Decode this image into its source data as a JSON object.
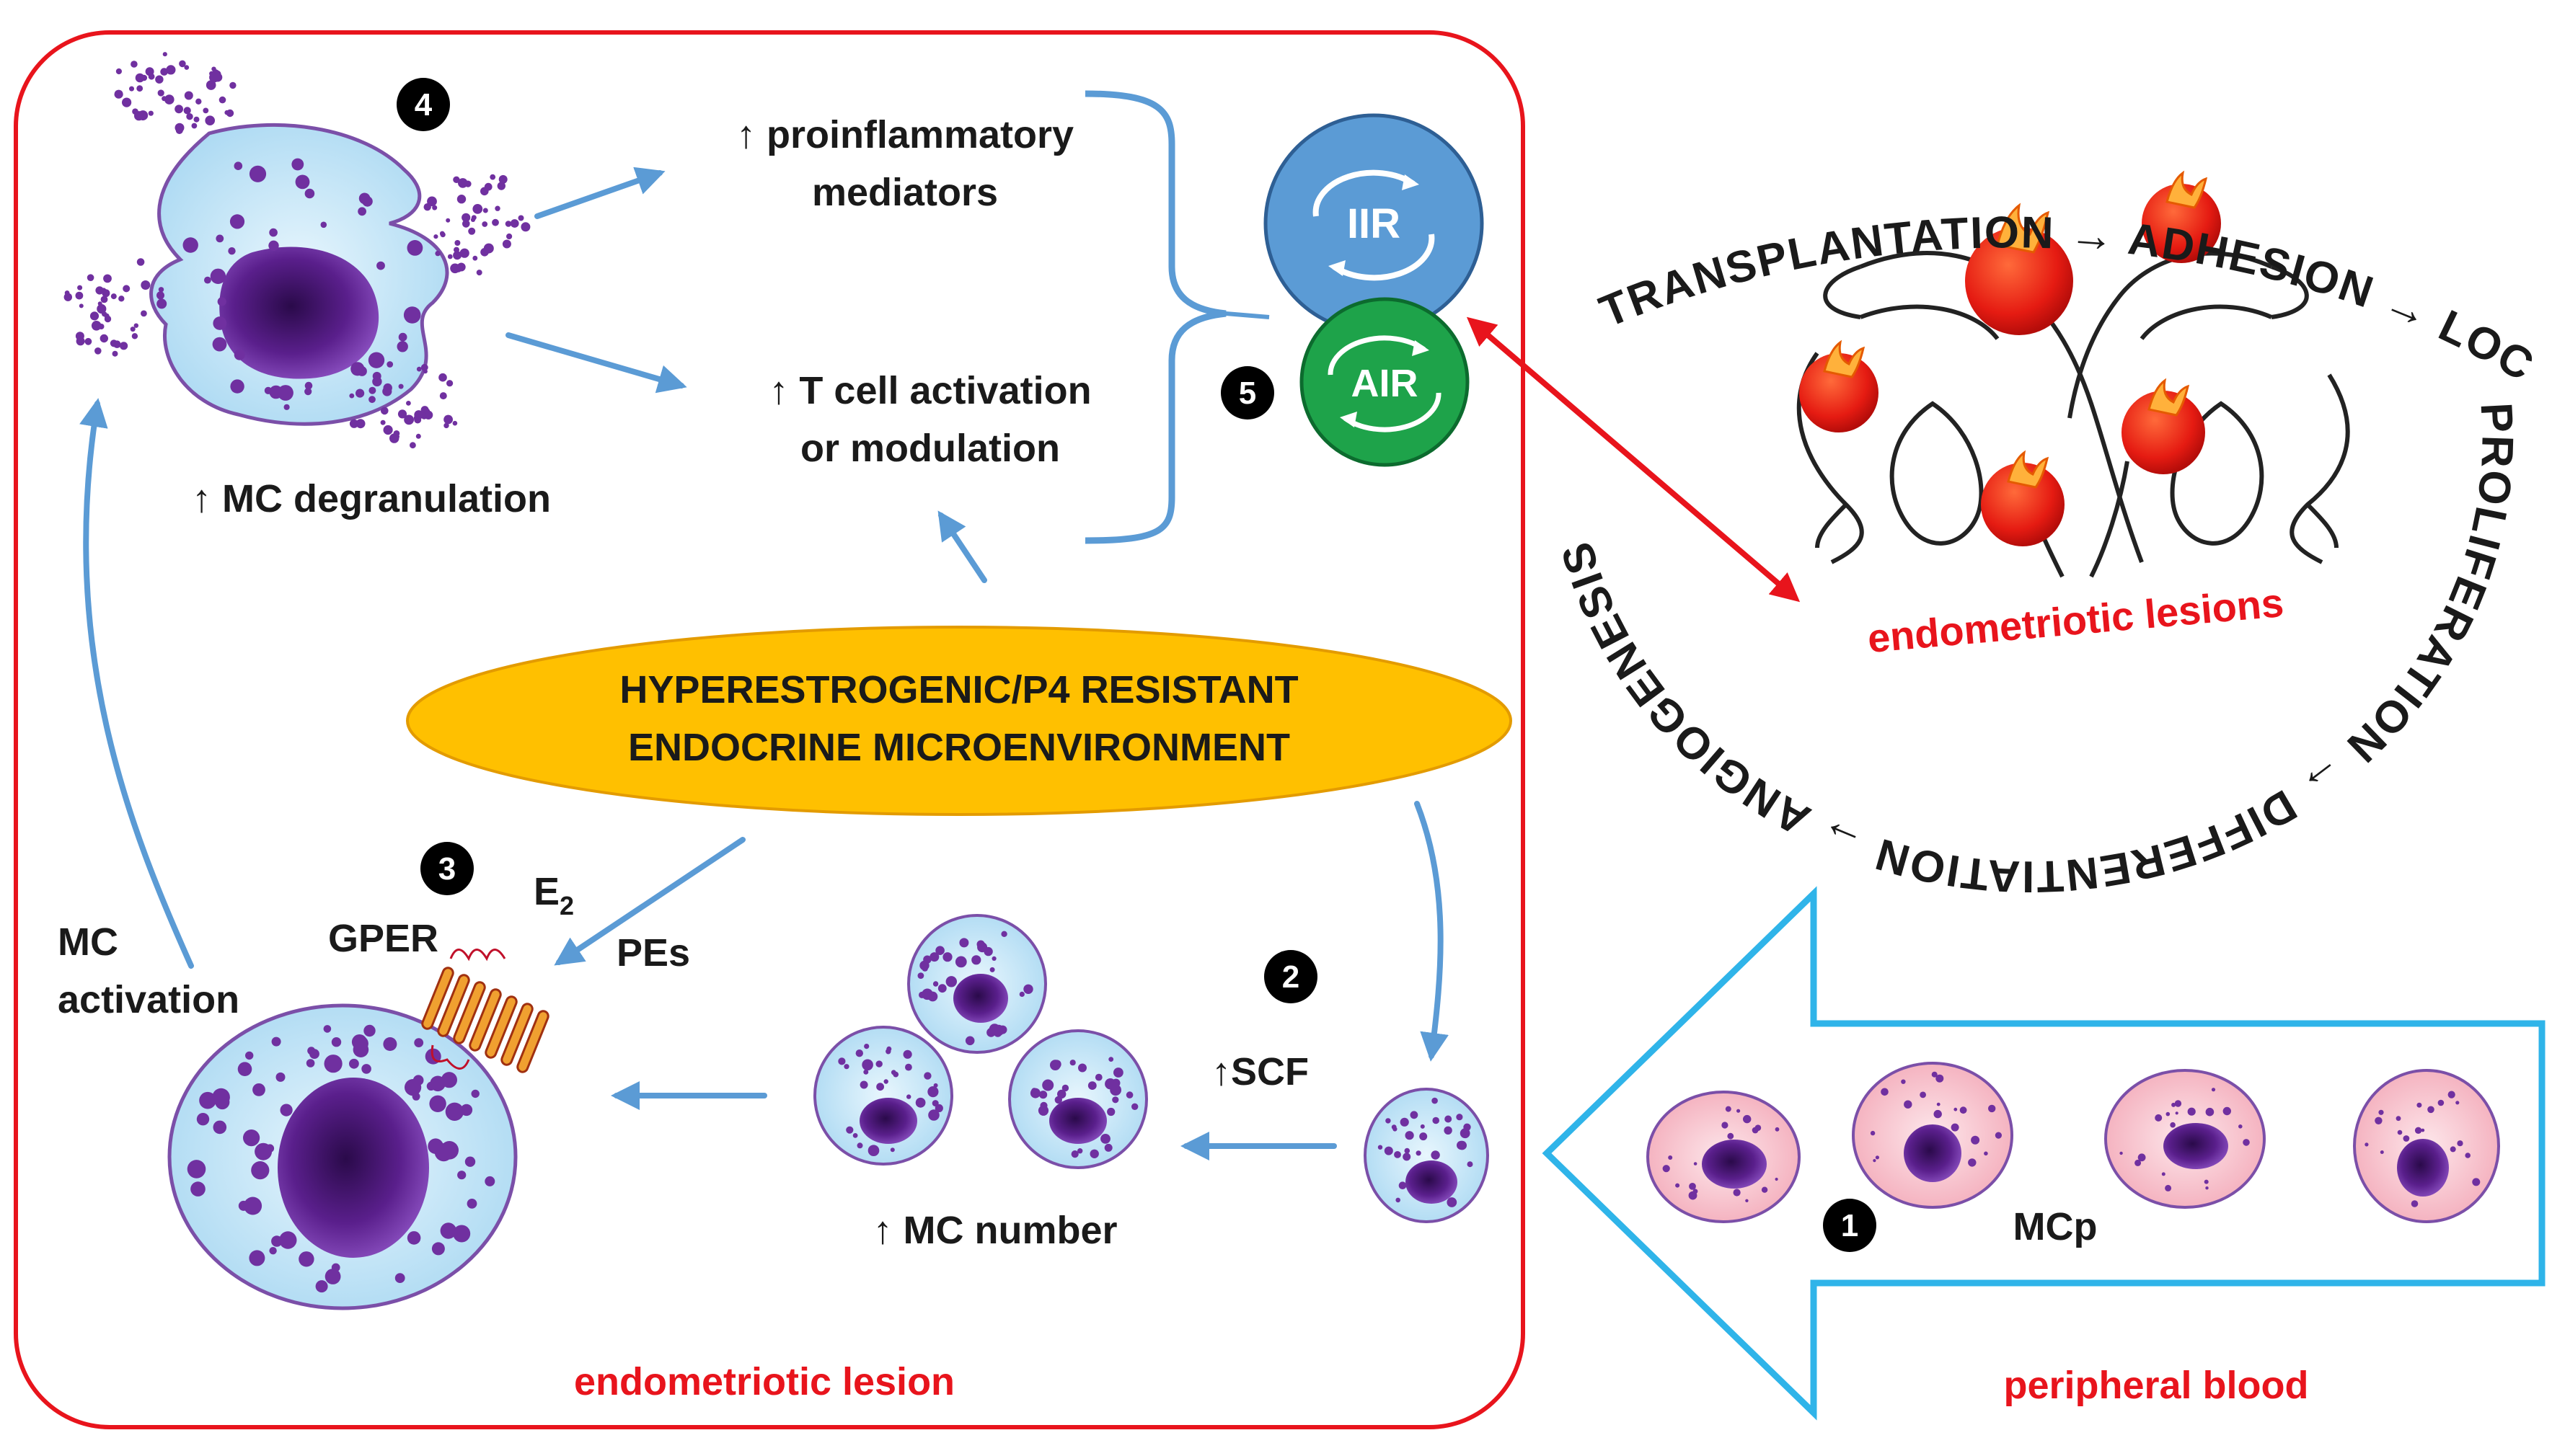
{
  "labels": {
    "step1": "1",
    "step2": "2",
    "step3": "3",
    "step4": "4",
    "step5": "5",
    "proinflammatory_line1": "↑ proinflammatory",
    "proinflammatory_line2": "mediators",
    "tcell_line1": "↑ T cell activation",
    "tcell_line2": "or modulation",
    "mc_degranulation": "↑ MC degranulation",
    "iir": "IIR",
    "air": "AIR",
    "endocrine_line1": "HYPERESTROGENIC/P4 RESISTANT",
    "endocrine_line2": "ENDOCRINE MICROENVIRONMENT",
    "mc_activation_line1": "MC",
    "mc_activation_line2": "activation",
    "gper": "GPER",
    "e2_main": "E",
    "e2_sub": "2",
    "pes": "PEs",
    "scf": "↑SCF",
    "mc_number": "↑ MC number",
    "mcp": "MCp",
    "endometriotic_lesion": "endometriotic lesion",
    "peripheral_blood": "peripheral blood",
    "endometriotic_lesions": "endometriotic lesions",
    "cycle_top": "TRANSPLANTATION → ADHESION → LOCAL INVASION →",
    "cycle_bottom": "PROLIFERATION → DIFFERENTIATION → ANGIOGENESIS"
  },
  "colors": {
    "lesion_border": "#e8141c",
    "blood_arrow": "#2fb4e9",
    "flow_arrow": "#5b9bd5",
    "iir_fill": "#5b9bd5",
    "air_fill": "#1ea34a",
    "ellipse_fill": "#ffc000",
    "label_red": "#e8141c",
    "mc_cytoplasm": "#bfe3f5",
    "granule": "#7030a0",
    "mcp_cytoplasm": "#f7c6cf"
  }
}
